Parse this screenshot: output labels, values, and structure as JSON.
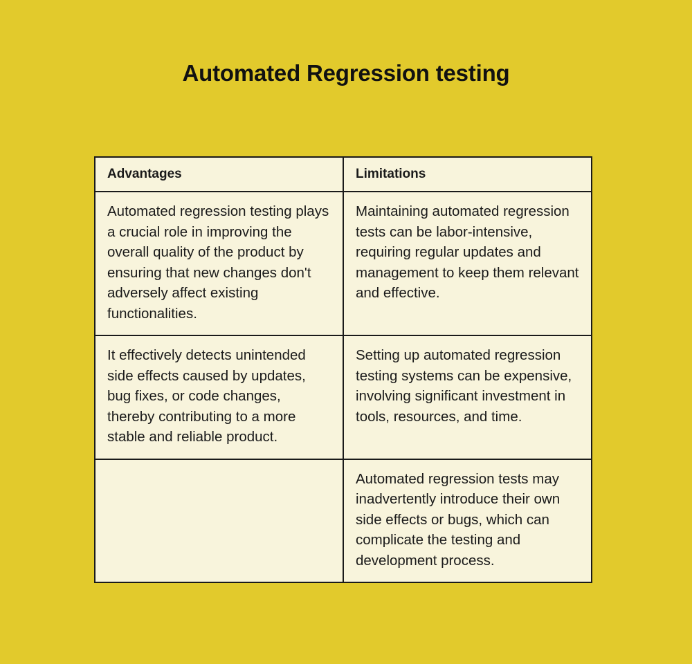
{
  "colors": {
    "background": "#e2ca2c",
    "cell_background": "#f8f4dc",
    "border": "#1a1a1a",
    "text": "#1a1a1a"
  },
  "page": {
    "title": "Automated Regression testing"
  },
  "table": {
    "headers": {
      "advantages": "Advantages",
      "limitations": "Limitations"
    },
    "rows": [
      {
        "advantages": "Automated regression testing plays a crucial role in improving the overall quality of the product by ensuring that new changes don't adversely affect existing functionalities.",
        "limitations": "Maintaining automated regression tests can be labor-intensive, requiring regular updates and management to keep them relevant and effective."
      },
      {
        "advantages": "It effectively detects unintended side effects caused by updates, bug fixes, or code changes, thereby contributing to a more stable and reliable product.",
        "limitations": "Setting up automated regression testing systems can be expensive, involving significant investment in tools, resources, and time."
      },
      {
        "advantages": "",
        "limitations": "Automated regression tests may inadvertently introduce their own side effects or bugs, which can complicate the testing and development process."
      }
    ]
  }
}
